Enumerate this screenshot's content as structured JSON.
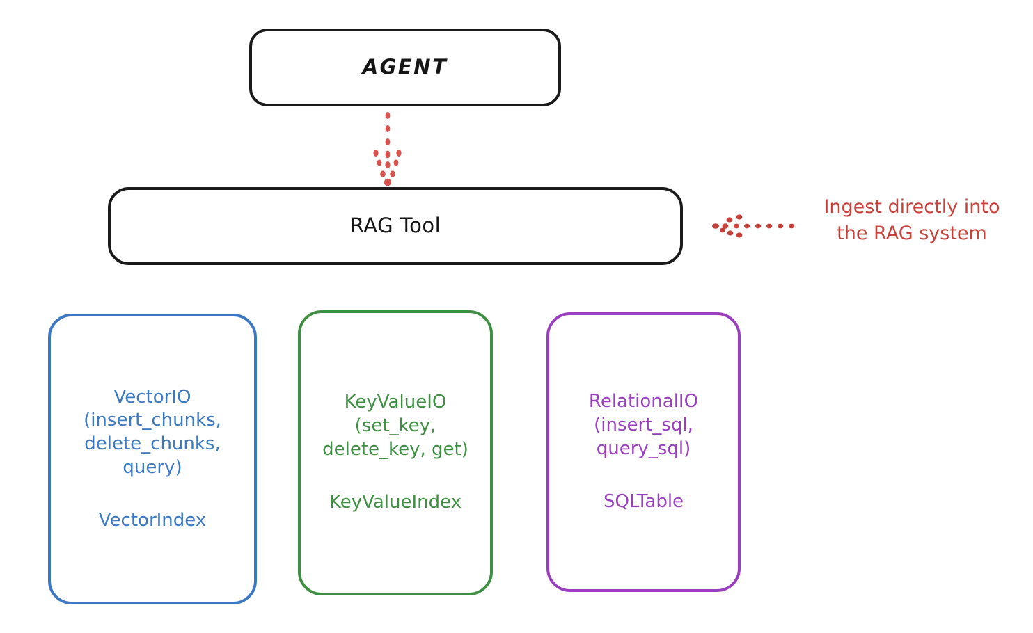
{
  "diagram": {
    "title_node": {
      "label": "AGENT",
      "color": "#151515"
    },
    "tool_node": {
      "label": "RAG Tool",
      "color": "#151515"
    },
    "providers": [
      {
        "name": "vectorio",
        "api_label": "VectorIO\n(insert_chunks,\ndelete_chunks,\nquery)",
        "index_label": "VectorIndex",
        "color": "#3c79c4"
      },
      {
        "name": "keyvalueio",
        "api_label": "KeyValueIO\n(set_key,\ndelete_key, get)",
        "index_label": "KeyValueIndex",
        "color": "#3f8f43"
      },
      {
        "name": "relationalio",
        "api_label": "RelationalIO\n(insert_sql,\nquery_sql)",
        "index_label": "SQLTable",
        "color": "#9a3fbf"
      }
    ],
    "annotations": [
      {
        "name": "ingest-note",
        "text": "Ingest directly into\nthe RAG system",
        "color": "#c8423c"
      }
    ],
    "arrows": [
      {
        "name": "agent-to-ragtool-arrow",
        "style": "dotted",
        "direction": "down",
        "color": "#d9534f"
      },
      {
        "name": "ingest-arrow",
        "style": "dotted",
        "direction": "left",
        "color": "#c8423c"
      }
    ]
  }
}
